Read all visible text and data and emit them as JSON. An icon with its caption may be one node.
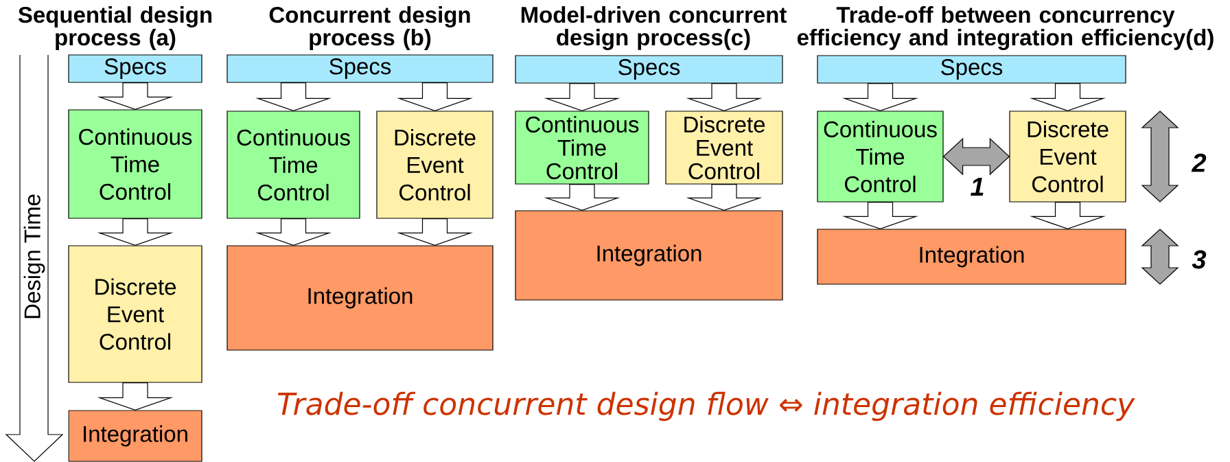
{
  "diagram": {
    "nodes": [
      {
        "text": [
          "Specs"
        ]
      },
      {
        "text": [
          "Continuous Time Control"
        ]
      },
      {
        "text": [
          "Discrete Event Control"
        ]
      },
      {
        "text": [
          "Integration"
        ]
      },
      {
        "text": [
          "Specs"
        ]
      },
      {
        "text": [
          "Continuous Time Control"
        ]
      },
      {
        "text": [
          "Discrete Event Control"
        ]
      },
      {
        "text": [
          "Integration"
        ]
      },
      {
        "text": [
          "Specs"
        ]
      },
      {
        "text": [
          "Continuous Time Control"
        ]
      },
      {
        "text": [
          "Discrete Event Control"
        ]
      },
      {
        "text": [
          "Integration"
        ]
      },
      {
        "text": [
          "Specs"
        ]
      },
      {
        "text": [
          "Continuous Time Control"
        ]
      },
      {
        "text": [
          "Discrete Event Control"
        ]
      },
      {
        "text": [
          "Integration"
        ]
      }
    ],
    "edges": [
      {
        "from": 0,
        "to": 1,
        "arrow": "to"
      },
      {
        "from": 1,
        "to": 2,
        "arrow": "to"
      },
      {
        "from": 2,
        "to": 3,
        "arrow": "to"
      },
      {
        "from": 4,
        "to": 5,
        "arrow": "to"
      },
      {
        "from": 4,
        "to": 6,
        "arrow": "to"
      },
      {
        "from": 5,
        "to": 7,
        "arrow": "to"
      },
      {
        "from": 6,
        "to": 7,
        "arrow": "to"
      },
      {
        "from": 8,
        "to": 9,
        "arrow": "to"
      },
      {
        "from": 8,
        "to": 10,
        "arrow": "to"
      },
      {
        "from": 9,
        "to": 11,
        "arrow": "to"
      },
      {
        "from": 10,
        "to": 11,
        "arrow": "to"
      },
      {
        "from": 12,
        "to": 13,
        "arrow": "to"
      },
      {
        "from": 12,
        "to": 14,
        "arrow": "to"
      },
      {
        "from": 13,
        "to": 15,
        "arrow": "to"
      },
      {
        "from": 14,
        "to": 15,
        "arrow": "to"
      },
      {
        "from": 13,
        "to": 14,
        "arrow": "both",
        "color": "#a6a6a6",
        "label": "1"
      }
    ],
    "labels": [
      "Sequential design process (a)",
      "Concurrent design process (b)",
      "Model-driven concurrent design process(c)",
      "Trade-off between concurrency efficiency and integration efficiency(d)",
      "Design Time",
      "2",
      "3",
      "Trade-off concurrent design flow ⇔ integration efficiency"
    ]
  }
}
